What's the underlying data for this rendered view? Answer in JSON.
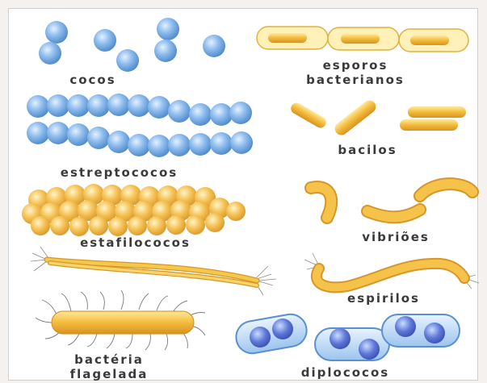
{
  "colors": {
    "blue_cell": "#7fb0e8",
    "blue_outline": "#4a86c8",
    "yellow_cell": "#f3b83a",
    "yellow_outline": "#d8962a",
    "spore_fill": "#fff1b8",
    "label_text": "#3a3a3a"
  },
  "labels": {
    "cocos": "cocos",
    "esporos_line1": "esporos",
    "esporos_line2": "bacterianos",
    "bacilos": "bacilos",
    "estreptococos": "estreptococos",
    "estafilococos": "estafilococos",
    "vibrioes": "vibriões",
    "espirilos": "espirilos",
    "bacteria_line1": "bactéria",
    "bacteria_line2": "flagelada",
    "diplococos": "diplococos"
  }
}
